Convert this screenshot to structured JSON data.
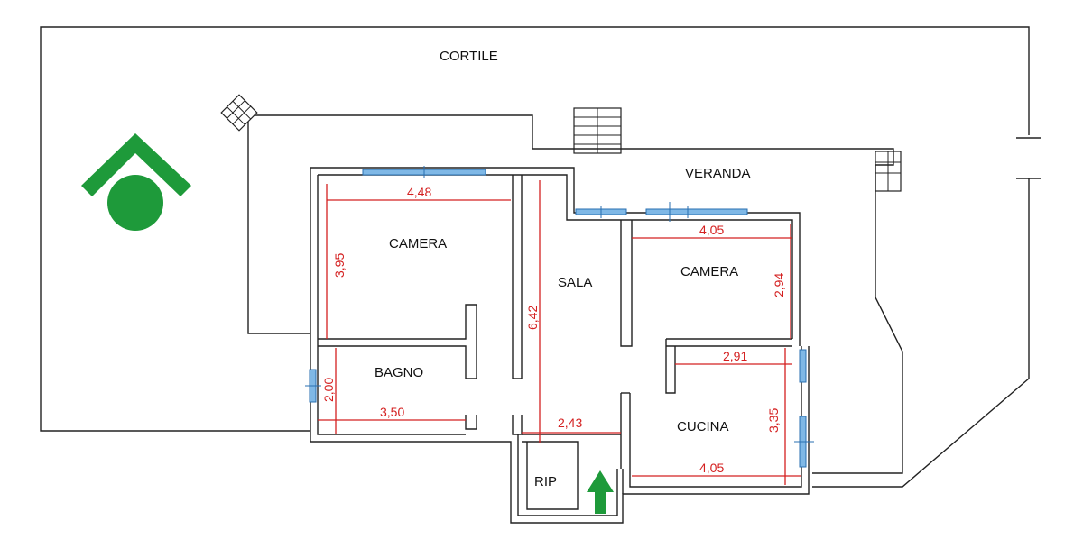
{
  "labels": {
    "cortile": "CORTILE",
    "veranda": "VERANDA",
    "camera_left": "CAMERA",
    "camera_right": "CAMERA",
    "sala": "SALA",
    "bagno": "BAGNO",
    "cucina": "CUCINA",
    "rip": "RIP"
  },
  "dimensions": {
    "camera_left_width": "4,48",
    "camera_left_height": "3,95",
    "sala_height": "6,42",
    "sala_width": "2,43",
    "camera_right_width": "4,05",
    "camera_right_height": "2,94",
    "bagno_width": "3,50",
    "bagno_height": "2,00",
    "cucina_top": "2,91",
    "cucina_height": "3,35",
    "cucina_bottom": "4,05"
  },
  "colors": {
    "wall": "#222222",
    "dimension": "#d42020",
    "window": "#7fb8e6",
    "logo": "#1e9a3a",
    "entrance_arrow": "#1e9a3a"
  },
  "icons": {
    "logo": "house-roof-logo-icon",
    "entrance": "up-arrow-icon"
  }
}
